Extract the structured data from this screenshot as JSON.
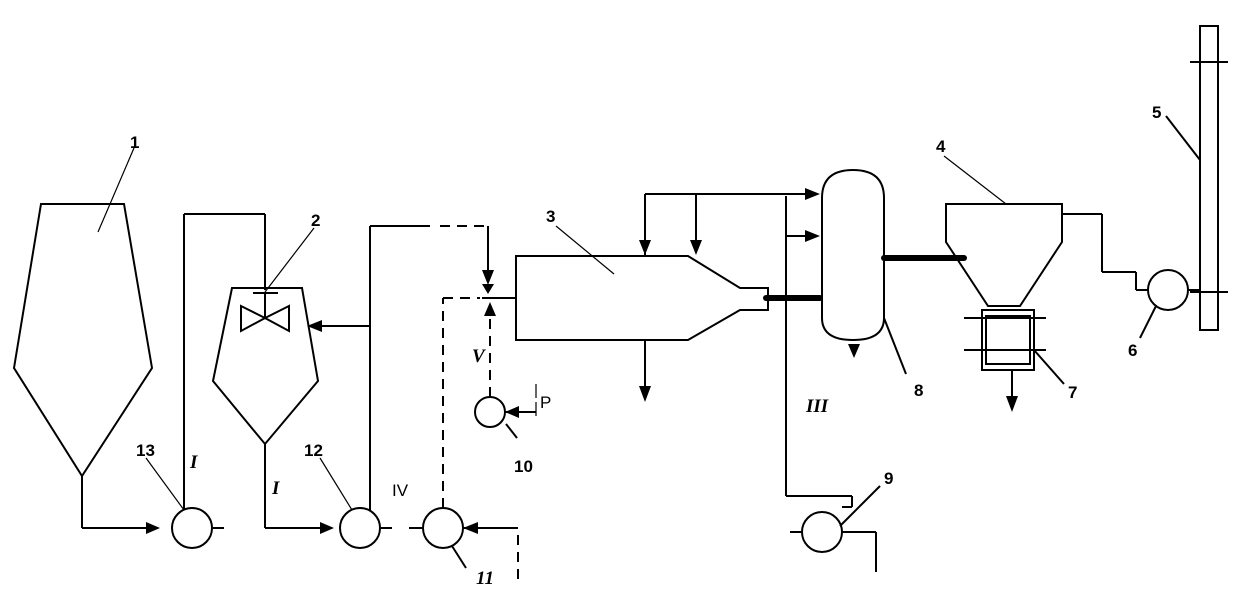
{
  "components": {
    "c1": "1",
    "c2": "2",
    "c3": "3",
    "c4": "4",
    "c5": "5",
    "c6": "6",
    "c7": "7",
    "c8": "8",
    "c9": "9",
    "c10": "10",
    "c11": "11",
    "c12": "12",
    "c13": "13"
  },
  "streams": {
    "s1a": "I",
    "s1b": "I",
    "s3": "III",
    "s4": "IV",
    "s5": "V",
    "p": "P"
  }
}
